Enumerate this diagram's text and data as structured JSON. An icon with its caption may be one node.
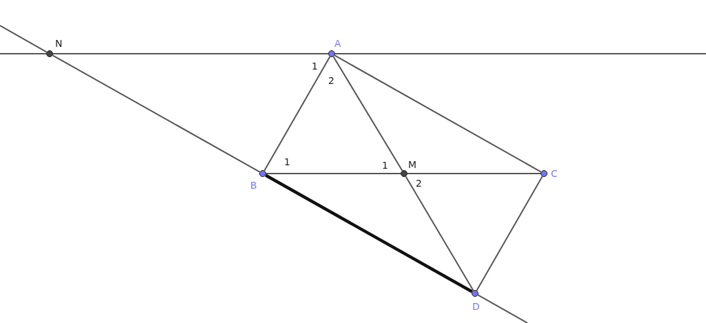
{
  "diagram": {
    "nodes": [
      {
        "text": [
          "N"
        ]
      },
      {
        "text": [
          "A"
        ]
      },
      {
        "text": [
          "B"
        ]
      },
      {
        "text": [
          "M"
        ]
      },
      {
        "text": [
          "C"
        ]
      },
      {
        "text": [
          "D"
        ]
      }
    ],
    "edges": [
      {
        "from": null,
        "to": 0,
        "arrow": "none"
      },
      {
        "from": 0,
        "to": 1,
        "arrow": "none"
      },
      {
        "from": 1,
        "to": null,
        "arrow": "none"
      },
      {
        "from": null,
        "to": 0,
        "arrow": "none"
      },
      {
        "from": 0,
        "to": 2,
        "arrow": "none"
      },
      {
        "from": 2,
        "to": 5,
        "arrow": "none",
        "style": "thick"
      },
      {
        "from": 5,
        "to": null,
        "arrow": "none"
      },
      {
        "from": 1,
        "to": 2,
        "arrow": "none"
      },
      {
        "from": 1,
        "to": 3,
        "arrow": "none"
      },
      {
        "from": 3,
        "to": 5,
        "arrow": "none"
      },
      {
        "from": 1,
        "to": 4,
        "arrow": "none"
      },
      {
        "from": 2,
        "to": 3,
        "arrow": "none"
      },
      {
        "from": 3,
        "to": 4,
        "arrow": "none"
      },
      {
        "from": 4,
        "to": 5,
        "arrow": "none"
      }
    ],
    "labels": [
      "1",
      "2",
      "1",
      "1",
      "2"
    ]
  }
}
